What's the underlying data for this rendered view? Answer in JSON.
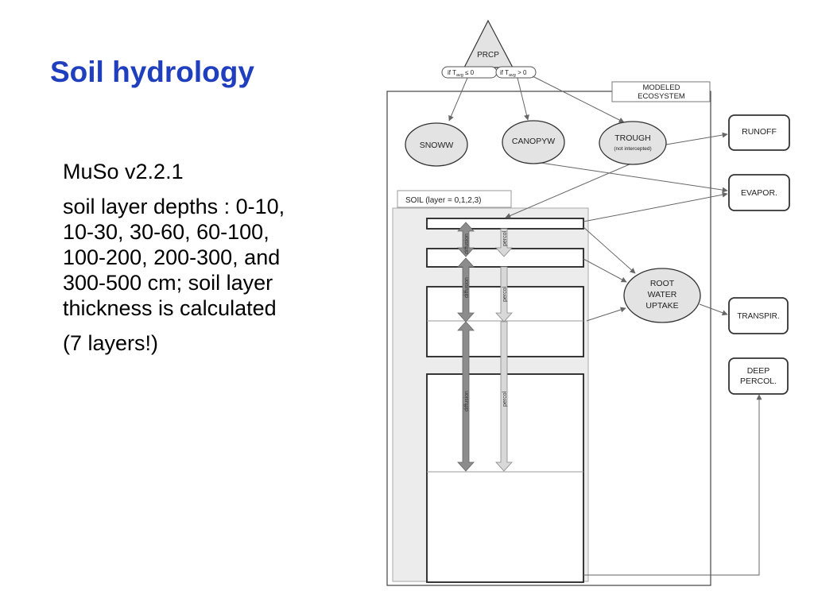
{
  "slide": {
    "title": "Soil hydrology",
    "version": "MuSo v2.2.1",
    "depths_text": "soil layer depths : 0-10, 10-30, 30-60, 60-100, 100-200, 200-300, and 300-500 cm; soil layer thickness is calculated",
    "layers_note": "(7 layers!)"
  },
  "diagram": {
    "prcp_label": "PRCP",
    "cond_snow": "if T",
    "cond_snow_sub": "avg",
    "cond_snow_rel": " ≤ 0",
    "cond_rain": "if T",
    "cond_rain_sub": "avg",
    "cond_rain_rel": " > 0",
    "modeled_line1": "MODELED",
    "modeled_line2": "ECOSYSTEM",
    "snoww": "SNOWW",
    "canopyw": "CANOPYW",
    "trough": "TROUGH",
    "trough_sub": "(not intercepted)",
    "soil_label": "SOIL (layer = 0,1,2,3)",
    "root_line1": "ROOT",
    "root_line2": "WATER",
    "root_line3": "UPTAKE",
    "runoff": "RUNOFF",
    "evapor": "EVAPOR.",
    "transpir": "TRANSPIR.",
    "deep_line1": "DEEP",
    "deep_line2": "PERCOL.",
    "diffusion": "diffusion",
    "percol": "percol"
  }
}
